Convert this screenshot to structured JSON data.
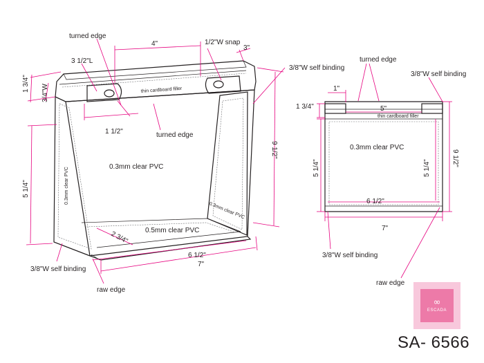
{
  "left_view": {
    "labels": {
      "turned_edge_top": "turned edge",
      "length_3_5": "3 1/2\"L",
      "width_4": "4\"",
      "snap": "1/2\"W snap",
      "depth_3": "3\"",
      "self_binding_right": "3/8\"W self binding",
      "height_1_75": "1 3/4\"",
      "width_0_75": "3/4\"W",
      "filler": "thin cardboard filler",
      "width_1_5": "1 1/2\"",
      "turned_edge_mid": "turned edge",
      "height_9_5": "9 1/2\"",
      "front_pvc": "0.3mm clear PVC",
      "side_pvc_left": "0.3mm clear PVC",
      "side_pvc_right": "0.3mm clear PVC",
      "height_5_25": "5 1/4\"",
      "bottom_pvc": "0.5mm clear PVC",
      "depth_2_75": "2 3/4\"",
      "width_6_5": "6 1/2\"",
      "width_7": "7\"",
      "self_binding_left": "3/8\"W self binding",
      "raw_edge": "raw edge"
    }
  },
  "right_view": {
    "labels": {
      "turned_edge": "turned edge",
      "self_binding_top": "3/8\"W self binding",
      "width_1": "1\"",
      "width_5": "5\"",
      "height_1_75": "1 3/4\"",
      "filler": "thin cardboard filler",
      "front_pvc": "0.3mm clear PVC",
      "height_9_5": "9 1/2\"",
      "height_5_25_left": "5 1/4\"",
      "height_5_25_inner": "5 1/4\"",
      "width_6_5": "6 1/2\"",
      "width_7": "7\"",
      "self_binding_bottom": "3/8\"W self binding",
      "raw_edge": "raw edge"
    }
  },
  "logo": {
    "mark": "∞",
    "brand": "ESCADA"
  },
  "style_code": "SA- 6566",
  "colors": {
    "dimension_line": "#e6007e",
    "logo_outer": "#f8c8dc",
    "logo_inner": "#ed7aa8"
  }
}
